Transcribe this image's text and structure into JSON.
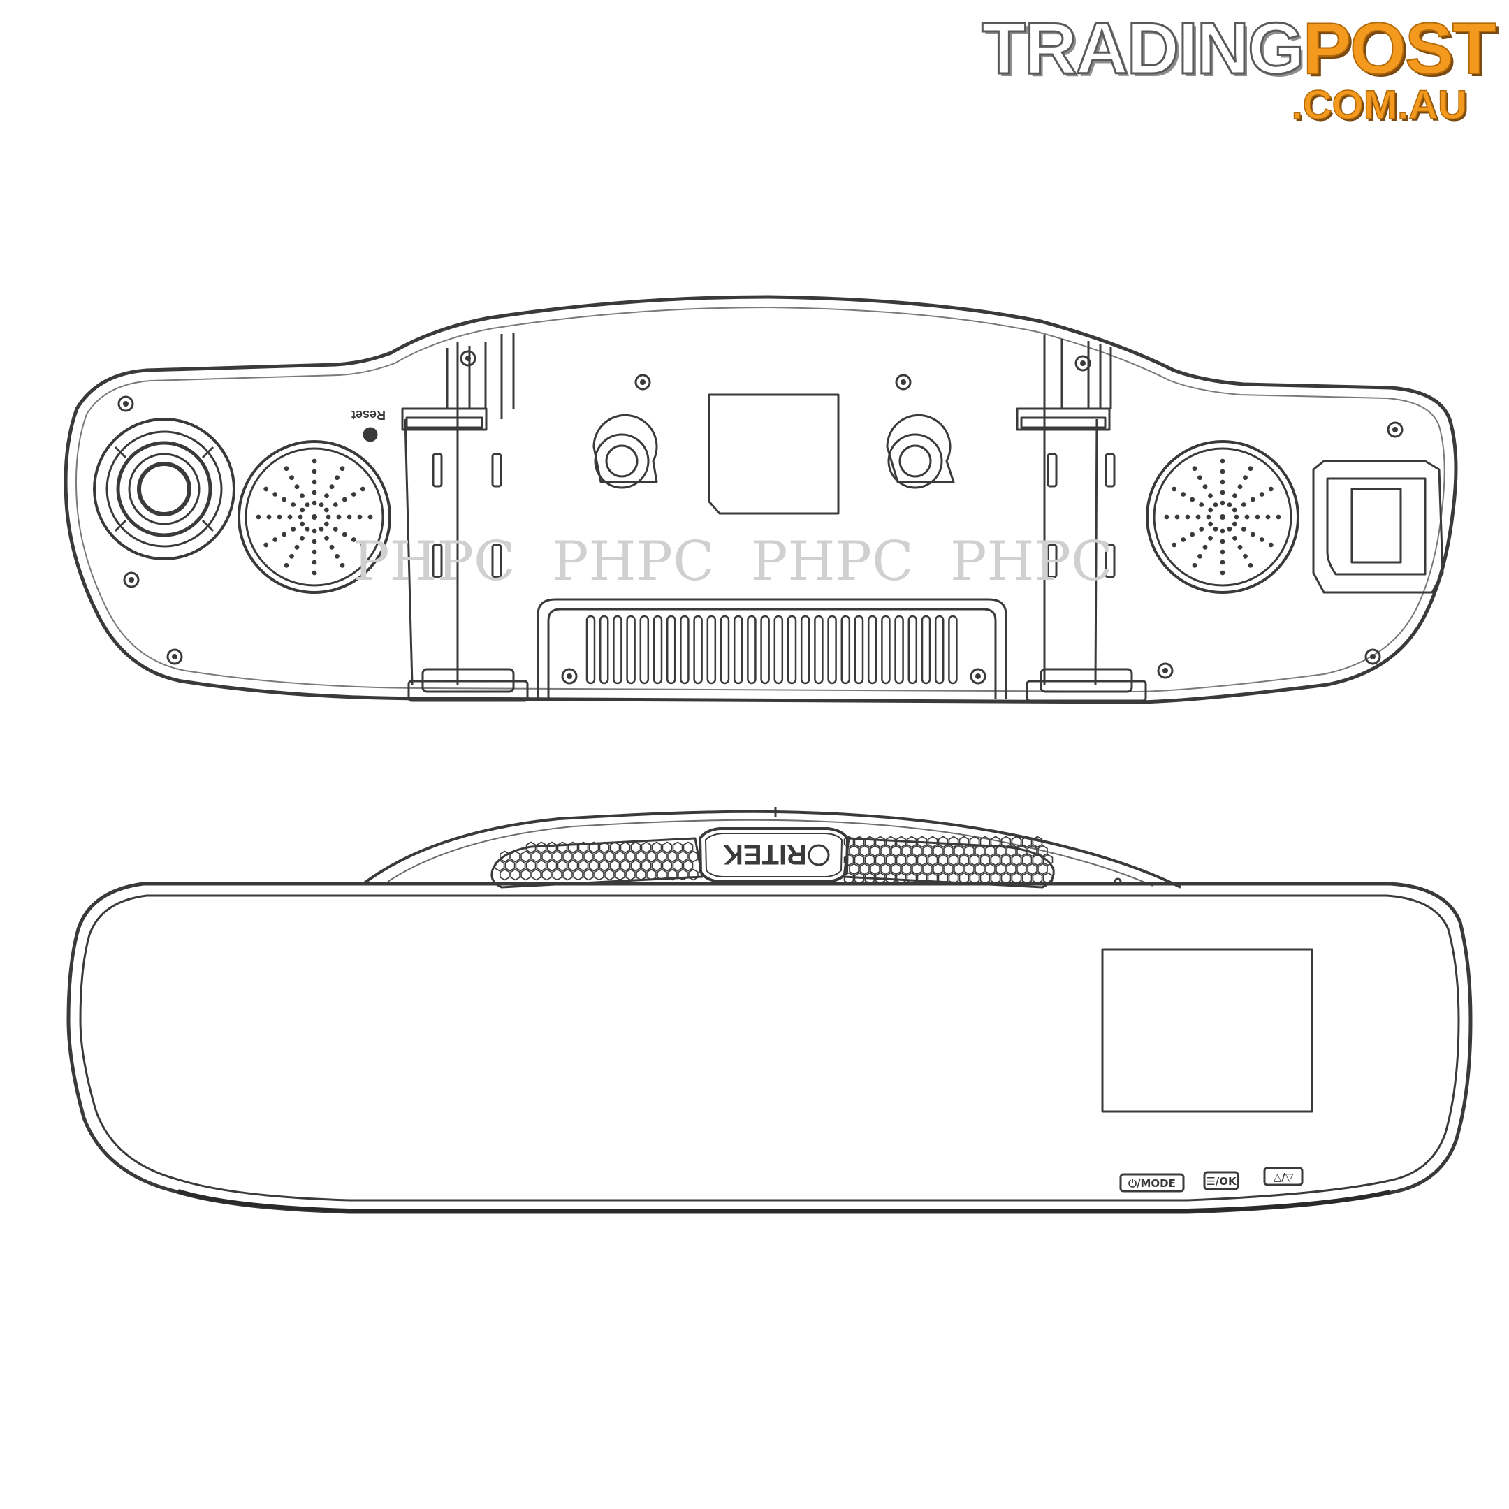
{
  "logo": {
    "part_a": "TRADING",
    "part_b": "POST",
    "domain": ".COM.AU",
    "color_accent": "#f39a1e",
    "color_primary": "#ffffff"
  },
  "back_view": {
    "reset_label": "Reset",
    "watermark": [
      "PHPC",
      "PHPC",
      "PHPC",
      "PHPC"
    ]
  },
  "front_view": {
    "brand": "RITEK",
    "buttons": [
      "⏻/MODE",
      "☰/OK",
      "△/▽"
    ]
  },
  "colors": {
    "line": "#3a3a3a",
    "body": "#ffffff",
    "watermark": "#d0d0d0"
  }
}
